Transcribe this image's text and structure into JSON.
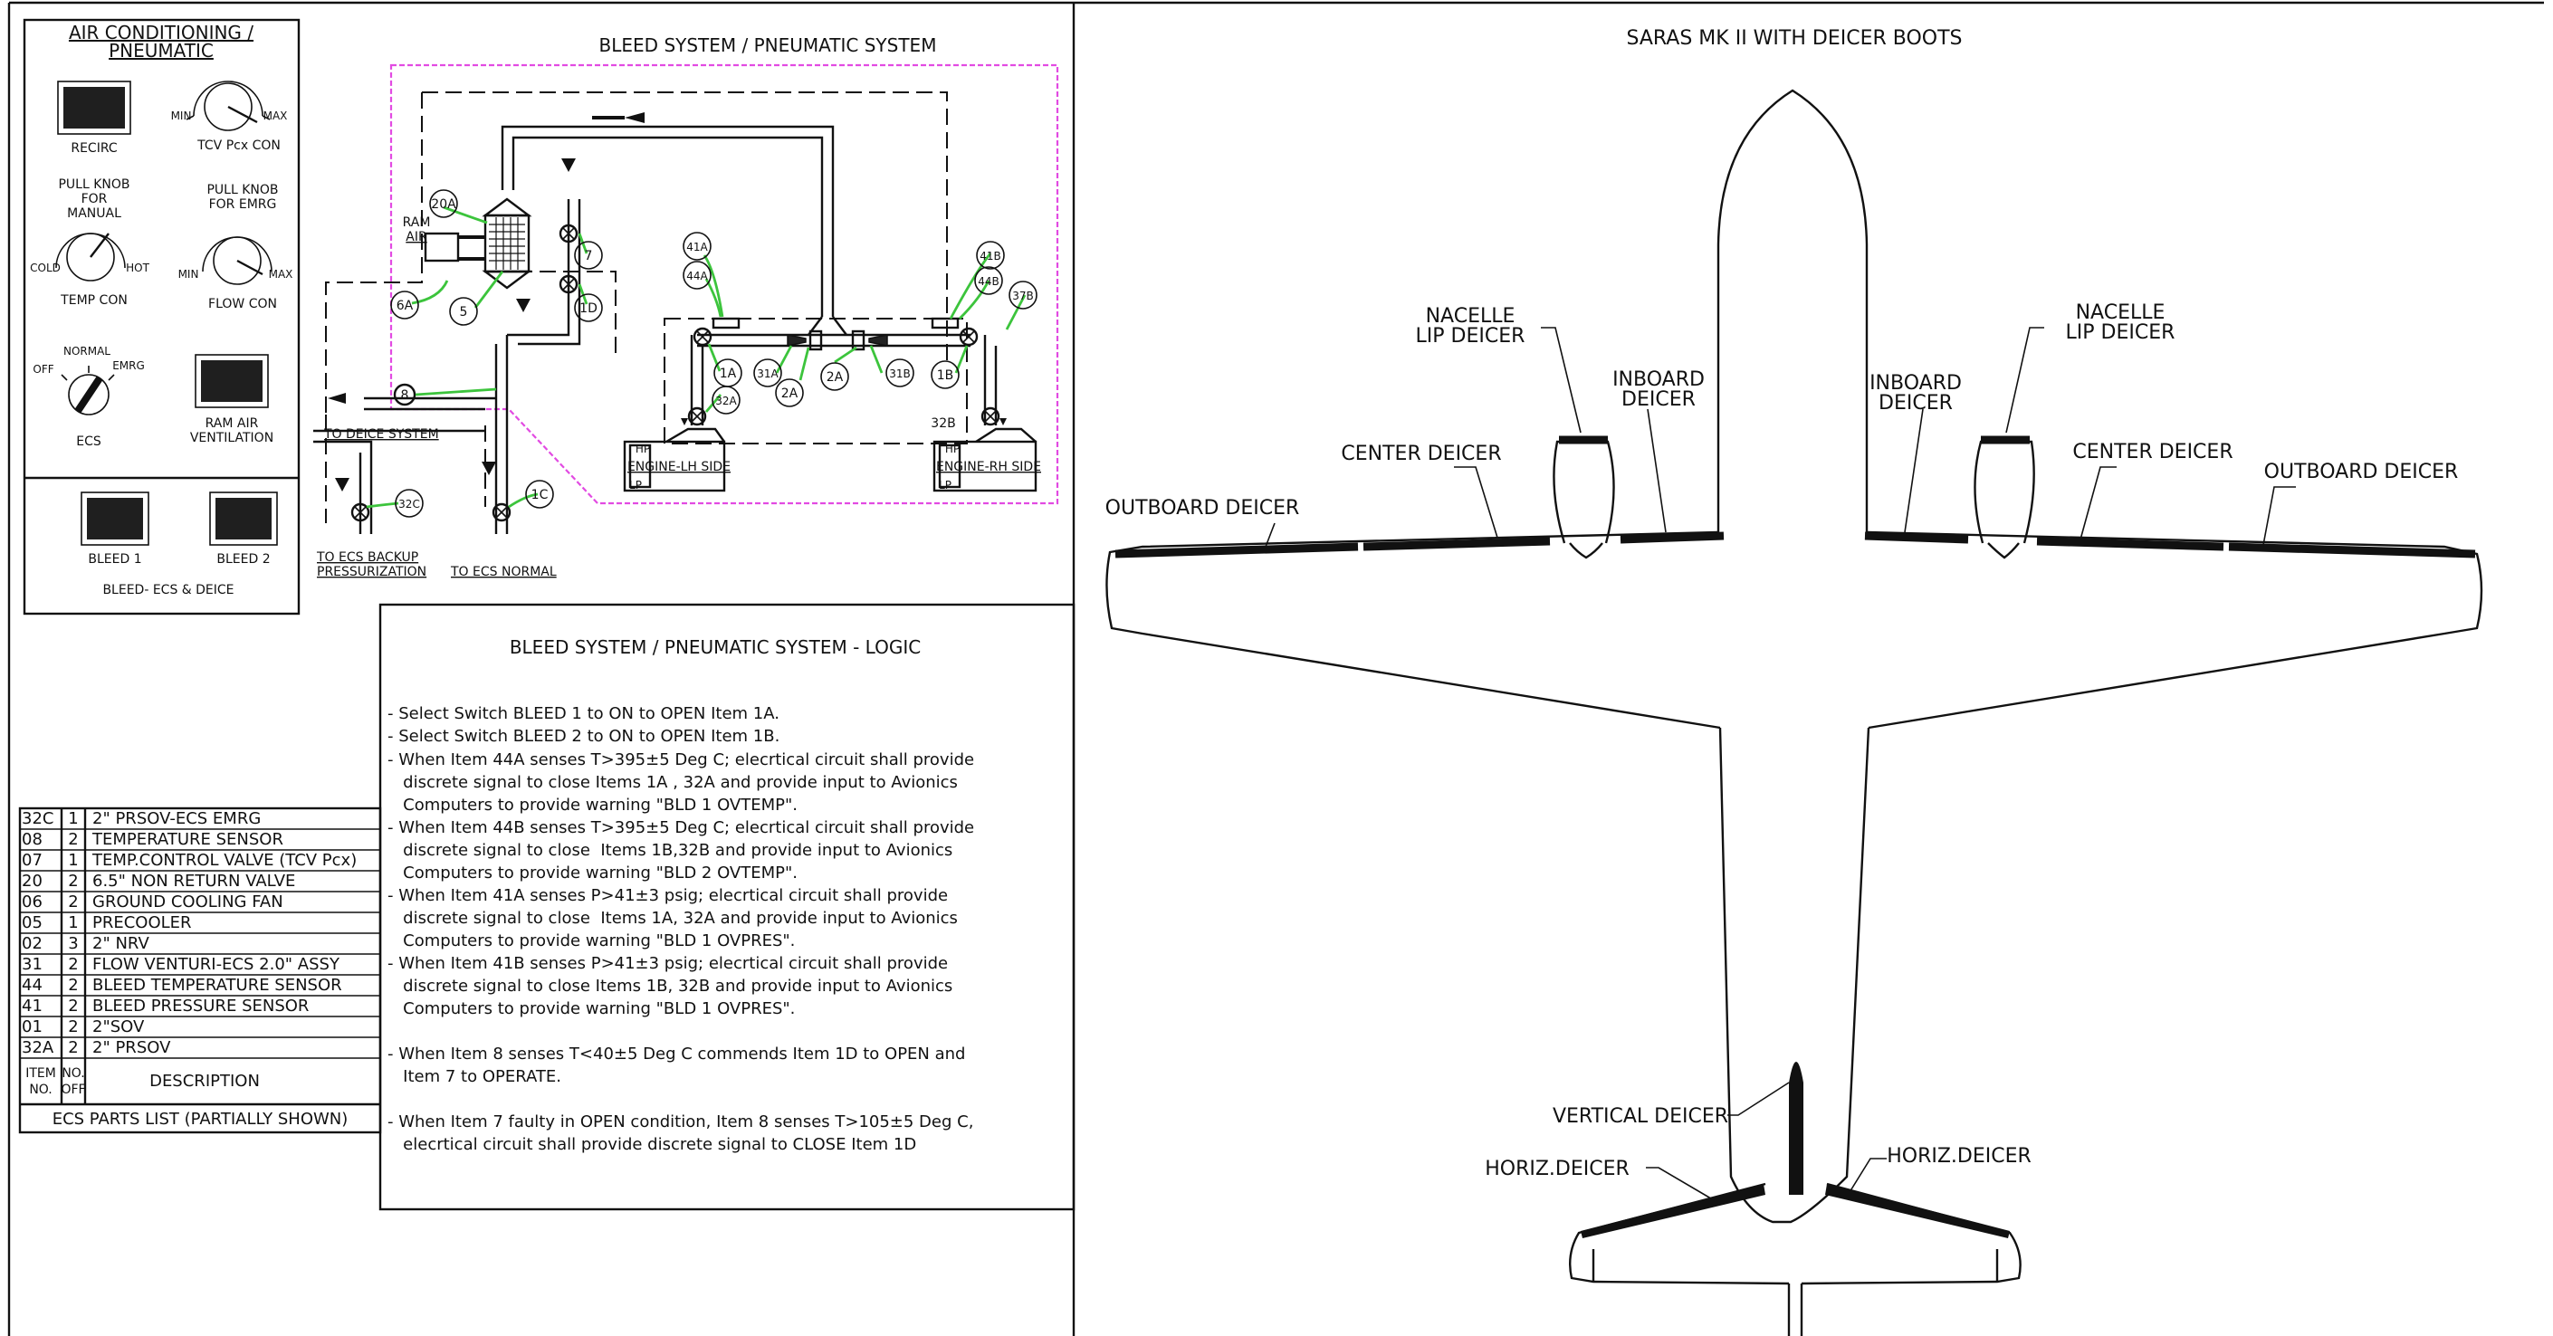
{
  "panel": {
    "title_line1": "AIR CONDITIONING /",
    "title_line2": "PNEUMATIC",
    "recirc": "RECIRC",
    "tcv_min": "MIN",
    "tcv_max": "MAX",
    "tcv_label": "TCV Pcx CON",
    "pull_manual": [
      "PULL KNOB",
      "FOR",
      "MANUAL"
    ],
    "pull_emrg": [
      "PULL KNOB",
      "FOR EMRG"
    ],
    "cold": "COLD",
    "hot": "HOT",
    "temp_con": "TEMP CON",
    "flow_min": "MIN",
    "flow_max": "MAX",
    "flow_con": "FLOW CON",
    "normal": "NORMAL",
    "off": "OFF",
    "emrg": "EMRG",
    "ecs": "ECS",
    "ram_air_line1": "RAM AIR",
    "ram_air_line2": "VENTILATION",
    "bleed1": "BLEED 1",
    "bleed2": "BLEED 2",
    "bleed_caption": "BLEED- ECS & DEICE"
  },
  "schematic": {
    "title": "BLEED SYSTEM / PNEUMATIC SYSTEM",
    "ram_air": [
      "RAM",
      "AIR"
    ],
    "to_deice": "TO DEICE SYSTEM",
    "to_ecs_backup": [
      "TO ECS BACKUP",
      "PRESSURIZATION"
    ],
    "to_ecs_normal": "TO ECS NORMAL",
    "engine_lh": "ENGINE-LH SIDE",
    "engine_rh": "ENGINE-RH SIDE",
    "hp": "HP",
    "lp": "LP",
    "tags": [
      "20A",
      "7",
      "1D",
      "6A",
      "5",
      "8",
      "32C",
      "1C",
      "41A",
      "44A",
      "1A",
      "31A",
      "32A",
      "2A",
      "2A",
      "31B",
      "1B",
      "41B",
      "44B",
      "37B",
      "32B"
    ]
  },
  "logic": {
    "title": "BLEED SYSTEM / PNEUMATIC SYSTEM - LOGIC",
    "lines": [
      "- Select Switch BLEED 1 to ON to OPEN Item 1A.",
      "- Select Switch BLEED 2 to ON to OPEN Item 1B.",
      "- When Item 44A senses T>395±5 Deg C; elecrtical circuit shall provide",
      "   discrete signal to close Items 1A , 32A and provide input to Avionics",
      "   Computers to provide warning \"BLD 1 OVTEMP\".",
      "- When Item 44B senses T>395±5 Deg C; elecrtical circuit shall provide",
      "   discrete signal to close  Items 1B,32B and provide input to Avionics",
      "   Computers to provide warning \"BLD 2 OVTEMP\".",
      "- When Item 41A senses P>41±3 psig; elecrtical circuit shall provide",
      "   discrete signal to close  Items 1A, 32A and provide input to Avionics",
      "   Computers to provide warning \"BLD 1 OVPRES\".",
      "- When Item 41B senses P>41±3 psig; elecrtical circuit shall provide",
      "   discrete signal to close Items 1B, 32B and provide input to Avionics",
      "   Computers to provide warning \"BLD 1 OVPRES\".",
      "",
      "- When Item 8 senses T<40±5 Deg C commends Item 1D to OPEN and",
      "   Item 7 to OPERATE.",
      "",
      "- When Item 7 faulty in OPEN condition, Item 8 senses T>105±5 Deg C,",
      "   elecrtical circuit shall provide discrete signal to CLOSE Item 1D"
    ]
  },
  "parts": {
    "rows": [
      {
        "item": "32C",
        "qty": "1",
        "desc": "2\" PRSOV-ECS EMRG"
      },
      {
        "item": "08",
        "qty": "2",
        "desc": "TEMPERATURE SENSOR"
      },
      {
        "item": "07",
        "qty": "1",
        "desc": "TEMP.CONTROL VALVE (TCV Pcx)"
      },
      {
        "item": "20",
        "qty": "2",
        "desc": "6.5\" NON RETURN VALVE"
      },
      {
        "item": "06",
        "qty": "2",
        "desc": "GROUND COOLING FAN"
      },
      {
        "item": "05",
        "qty": "1",
        "desc": "PRECOOLER"
      },
      {
        "item": "02",
        "qty": "3",
        "desc": "2\" NRV"
      },
      {
        "item": "31",
        "qty": "2",
        "desc": "FLOW VENTURI-ECS 2.0\" ASSY"
      },
      {
        "item": "44",
        "qty": "2",
        "desc": "BLEED TEMPERATURE SENSOR"
      },
      {
        "item": "41",
        "qty": "2",
        "desc": "BLEED PRESSURE SENSOR"
      },
      {
        "item": "01",
        "qty": "2",
        "desc": "2\"SOV"
      },
      {
        "item": "32A",
        "qty": "2",
        "desc": "2\" PRSOV"
      }
    ],
    "head_item": [
      "ITEM",
      "NO."
    ],
    "head_qty": [
      "NO.",
      "OFF"
    ],
    "head_desc": "DESCRIPTION",
    "caption": "ECS PARTS LIST (PARTIALLY SHOWN)"
  },
  "aircraft": {
    "title": "SARAS MK II WITH DEICER BOOTS",
    "nacelle_l": [
      "NACELLE",
      "LIP DEICER"
    ],
    "nacelle_r": [
      "NACELLE",
      "LIP DEICER"
    ],
    "inboard_l": [
      "INBOARD",
      "DEICER"
    ],
    "inboard_r": [
      "INBOARD",
      "DEICER"
    ],
    "center_l": "CENTER DEICER",
    "center_r": "CENTER DEICER",
    "outboard_l": "OUTBOARD DEICER",
    "outboard_r": "OUTBOARD DEICER",
    "vertical": "VERTICAL DEICER",
    "horiz_l": "HORIZ.DEICER",
    "horiz_r": "HORIZ.DEICER"
  }
}
